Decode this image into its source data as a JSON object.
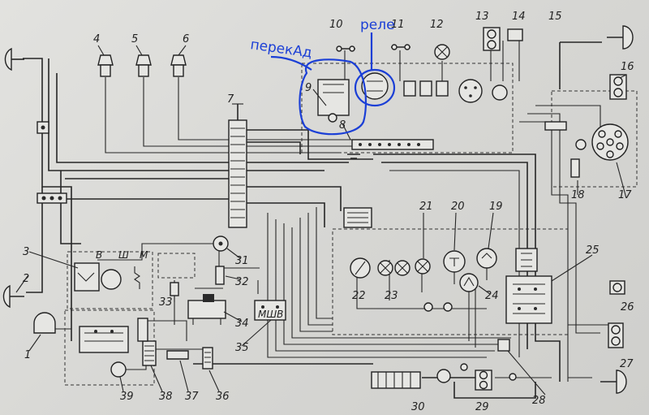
{
  "diagram": {
    "component_numbers": [
      "1",
      "2",
      "3",
      "4",
      "5",
      "6",
      "7",
      "8",
      "9",
      "10",
      "11",
      "12",
      "13",
      "14",
      "15",
      "16",
      "17",
      "18",
      "19",
      "20",
      "21",
      "22",
      "23",
      "24",
      "25",
      "26",
      "27",
      "28",
      "29",
      "30",
      "31",
      "32",
      "33",
      "34",
      "35",
      "36",
      "37",
      "38",
      "39"
    ],
    "generator_terminals": {
      "b": "В",
      "sh": "Ш",
      "m": "М"
    },
    "relay_box_label": "МШВ",
    "annotations": {
      "left": "перекАд",
      "right": "реле"
    },
    "colors": {
      "ink": "#262626",
      "paper": "#d9d9d6",
      "annotation": "#1b3fd6"
    }
  }
}
